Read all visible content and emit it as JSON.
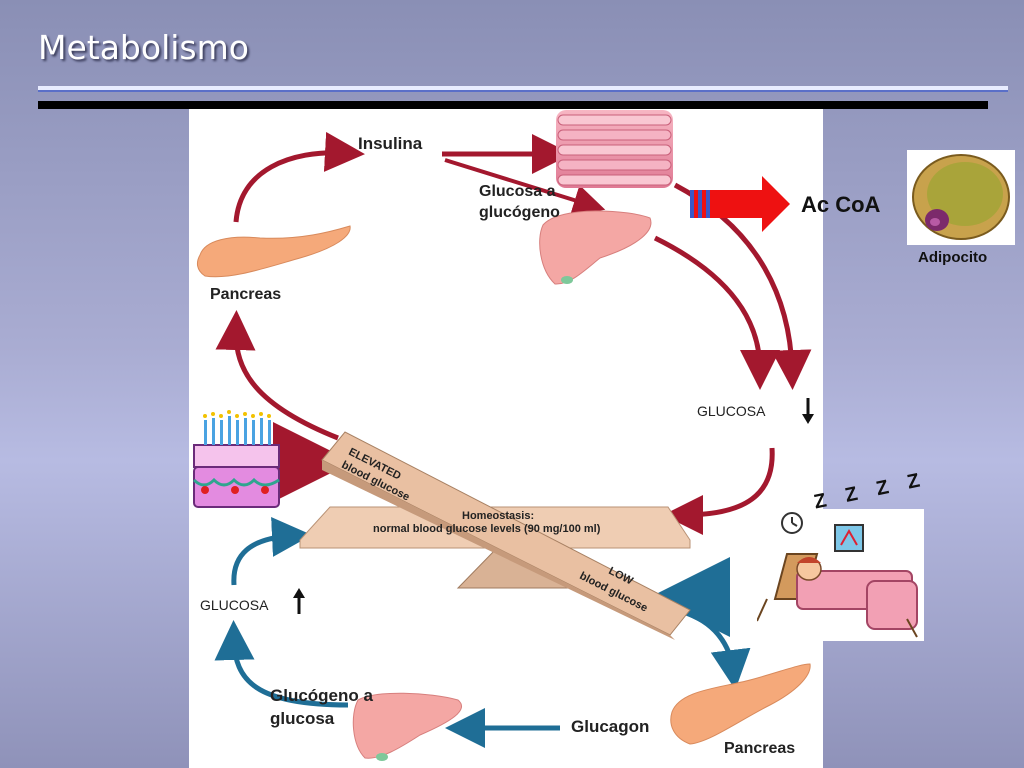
{
  "slide": {
    "title": "Metabolismo"
  },
  "diagram": {
    "insulin_label": "Insulina",
    "glycogenesis_label": "Glucosa a glucógeno",
    "glycogenesis_line1": "Glucosa a",
    "glycogenesis_line2": "glucógeno",
    "pancreas_top_label": "Pancreas",
    "acetyl_coa_label": "Ac CoA",
    "adipocyte_label": "Adipocito",
    "glucose_down_label": "GLUCOSA",
    "glucose_up_label": "GLUCOSA",
    "elevated_line1": "ELEVATED",
    "elevated_line2": "blood glucose",
    "homeostasis_line1": "Homeostasis:",
    "homeostasis_line2": "normal blood glucose levels (90 mg/100 ml)",
    "low_line1": "LOW",
    "low_line2": "blood glucose",
    "sleep_text": "Z Z Z Z",
    "glycogenolysis_line1": "Glucógeno a",
    "glycogenolysis_line2": "glucosa",
    "glucagon_label": "Glucagon",
    "pancreas_bottom_label": "Pancreas"
  },
  "colors": {
    "red_arrow": "#a3182e",
    "blue_arrow": "#1f6e96",
    "seesaw": "#e9c4a8",
    "pancreas": "#f5a97a",
    "liver": "#f4a7a4"
  }
}
